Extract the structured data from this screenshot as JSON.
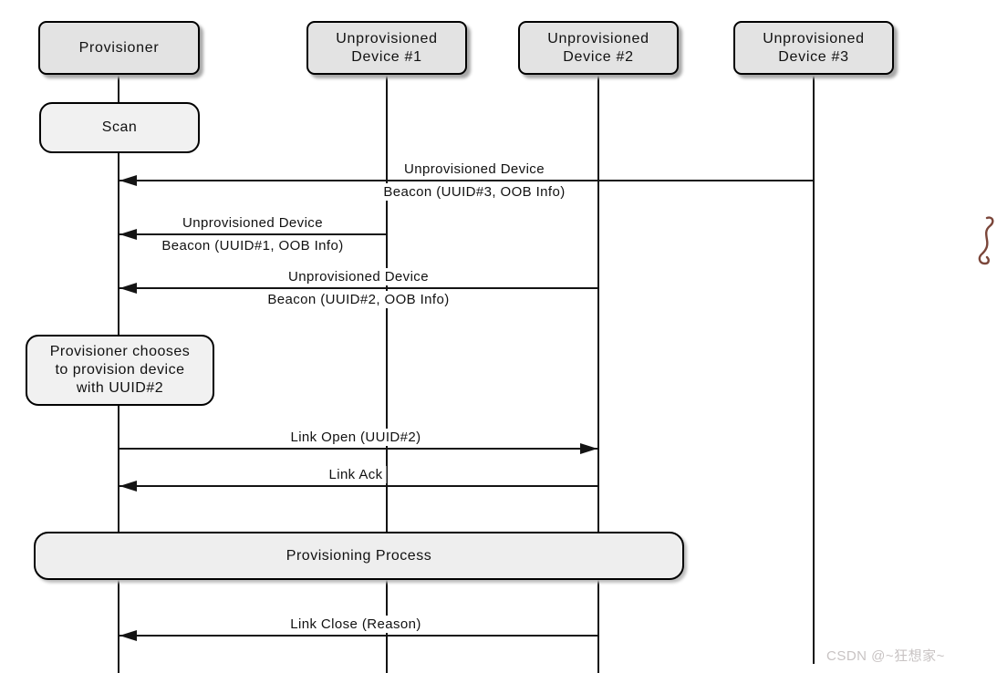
{
  "diagram_type": "sequence",
  "actors": [
    {
      "name": "Provisioner"
    },
    {
      "name": "Unprovisioned Device #1"
    },
    {
      "name": "Unprovisioned Device #2"
    },
    {
      "name": "Unprovisioned Device #3"
    }
  ],
  "steps": {
    "scan_label": "Scan",
    "note_lines": [
      "Provisioner chooses",
      "to provision device",
      "with UUID#2"
    ],
    "process_label": "Provisioning Process"
  },
  "messages": [
    {
      "from": "Unprovisioned Device #3",
      "to": "Provisioner",
      "direction": "left",
      "line1": "Unprovisioned Device",
      "line2": "Beacon (UUID#3, OOB Info)"
    },
    {
      "from": "Unprovisioned Device #1",
      "to": "Provisioner",
      "direction": "left",
      "line1": "Unprovisioned Device",
      "line2": "Beacon (UUID#1, OOB Info)"
    },
    {
      "from": "Unprovisioned Device #2",
      "to": "Provisioner",
      "direction": "left",
      "line1": "Unprovisioned Device",
      "line2": "Beacon (UUID#2, OOB Info)"
    },
    {
      "from": "Provisioner",
      "to": "Unprovisioned Device #2",
      "direction": "right",
      "line1": "Link Open (UUID#2)"
    },
    {
      "from": "Unprovisioned Device #2",
      "to": "Provisioner",
      "direction": "left",
      "line1": "Link Ack"
    },
    {
      "from": "Unprovisioned Device #2",
      "to": "Provisioner",
      "direction": "left",
      "line1": "Link Close (Reason)"
    }
  ],
  "watermark": {
    "text": "CSDN @~狂想家~",
    "color": "#c8c3c3"
  },
  "colors": {
    "line": "#141414",
    "actor_fill": "#e3e3e3",
    "step_fill": "#f1f1f1",
    "process_fill": "#eeeeee",
    "background": "#ffffff",
    "squiggle": "#7b463a"
  }
}
